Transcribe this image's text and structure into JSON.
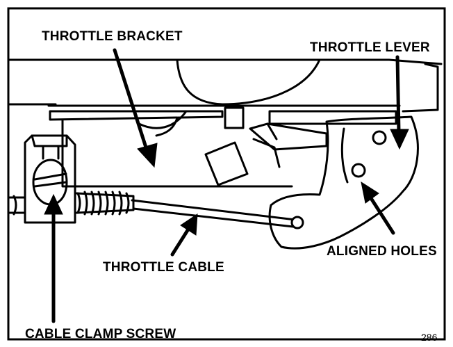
{
  "labels": {
    "throttle_bracket": "THROTTLE BRACKET",
    "throttle_lever": "THROTTLE LEVER",
    "throttle_cable": "THROTTLE CABLE",
    "aligned_holes": "ALIGNED HOLES",
    "cable_clamp_screw": "CABLE CLAMP SCREW"
  },
  "figure_number": "286"
}
